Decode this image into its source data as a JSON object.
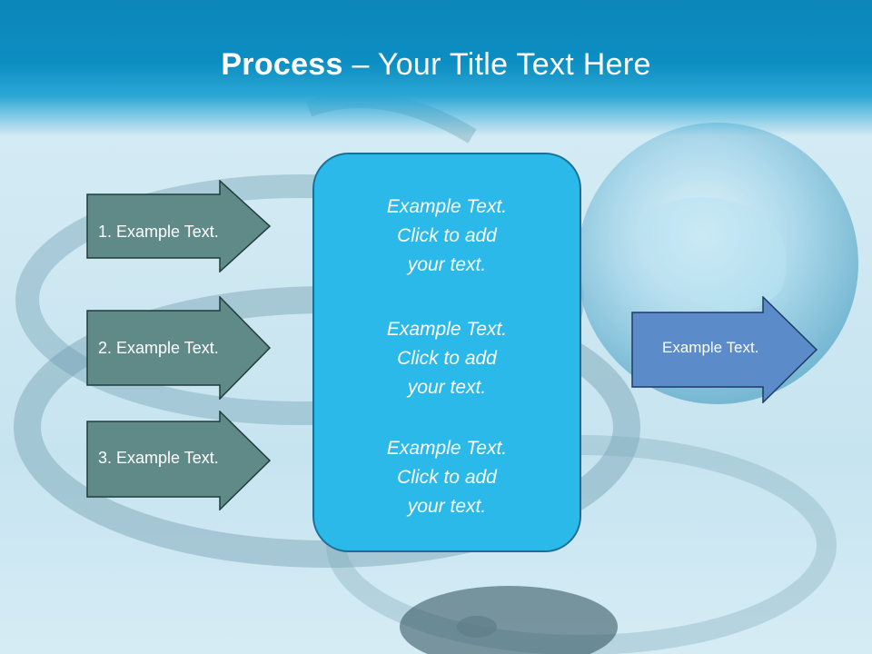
{
  "title": {
    "bold": "Process",
    "separator": "–",
    "rest": "Your Title Text Here"
  },
  "steps": [
    {
      "label": "1. Example Text."
    },
    {
      "label": "2. Example Text."
    },
    {
      "label": "3. Example Text."
    }
  ],
  "center_box": {
    "blocks": [
      {
        "line1": "Example Text.",
        "line2": "Click  to add",
        "line3": "your text."
      },
      {
        "line1": "Example Text.",
        "line2": "Click  to add",
        "line3": "your text."
      },
      {
        "line1": "Example Text.",
        "line2": "Click  to add",
        "line3": "your text."
      }
    ]
  },
  "output_arrow": {
    "label": "Example Text."
  },
  "colors": {
    "header": "#0d86b8",
    "step_arrow_fill": "#5f8a88",
    "center_box_fill": "#2bb9ea",
    "output_arrow_fill": "#5b8bc9"
  }
}
